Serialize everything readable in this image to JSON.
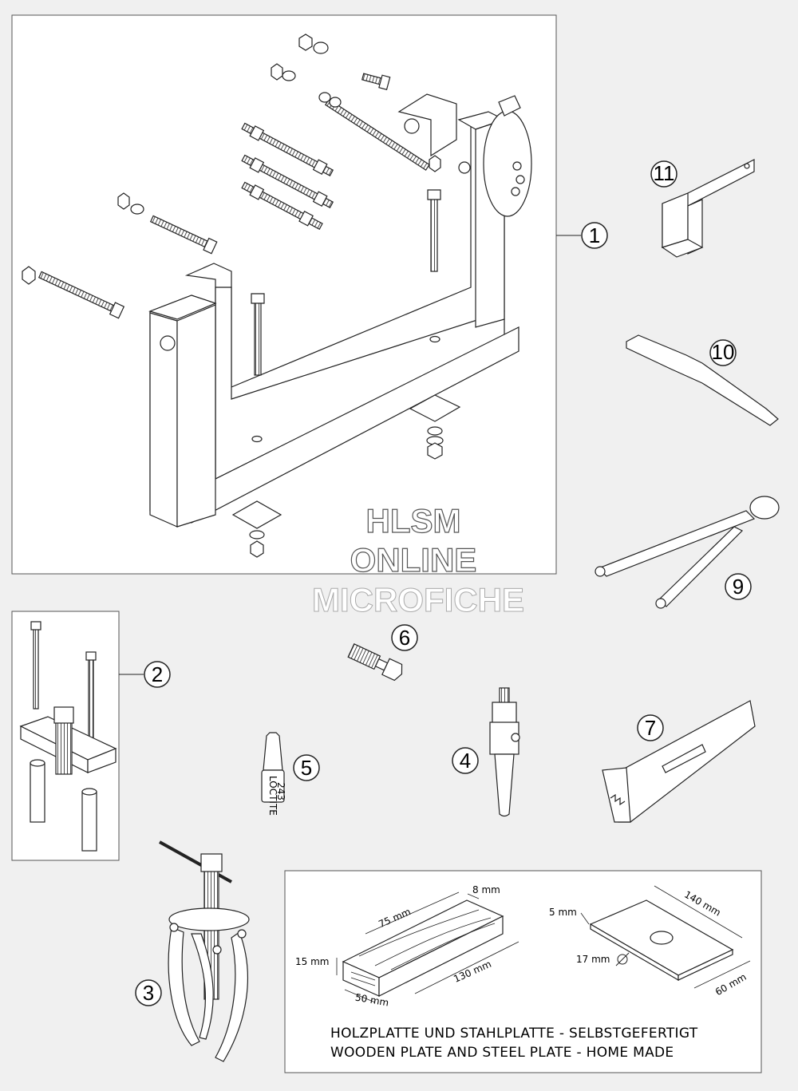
{
  "watermark": {
    "line1": "HLSM",
    "line2": "ONLINE",
    "line3": "MICROFICHE"
  },
  "callouts": [
    "1",
    "2",
    "3",
    "4",
    "5",
    "6",
    "7",
    "9",
    "10",
    "11"
  ],
  "part5_label": {
    "brand": "LOCTITE",
    "number": "243"
  },
  "dimensions": {
    "wood_width": "75 mm",
    "wood_gap": "8 mm",
    "wood_height": "15 mm",
    "wood_length": "130 mm",
    "wood_depth": "50 mm",
    "steel_thickness": "5 mm",
    "steel_length": "140 mm",
    "steel_hole": "17 mm",
    "steel_width": "60 mm"
  },
  "caption": {
    "line1": "HOLZPLATTE UND STAHLPLATTE - SELBSTGEFERTIGT",
    "line2": "WOODEN PLATE AND STEEL PLATE - HOME MADE"
  }
}
